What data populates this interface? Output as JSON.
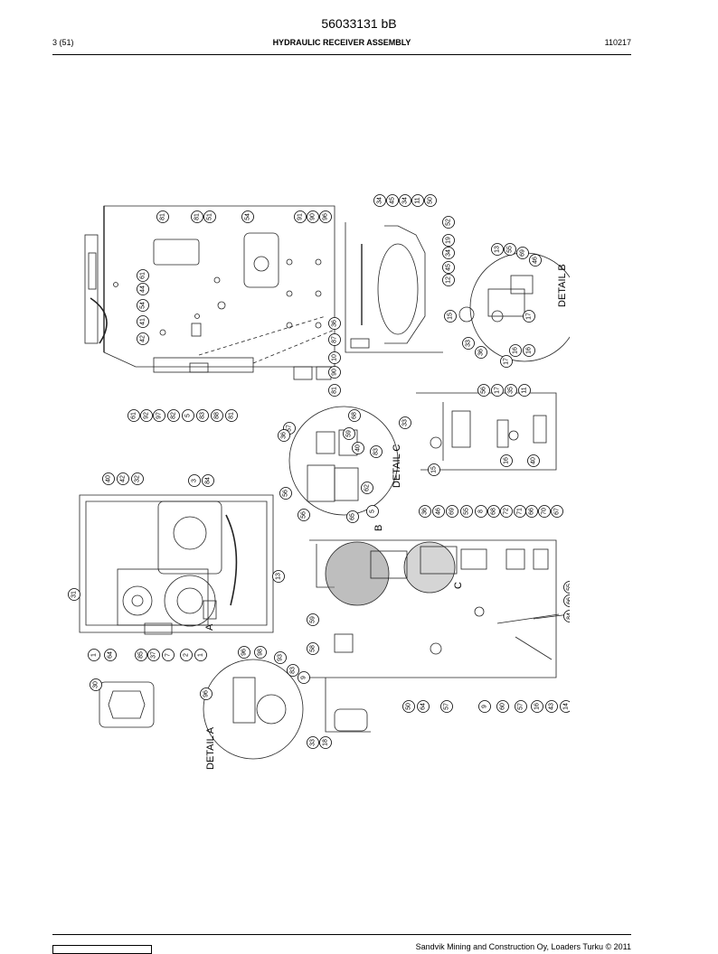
{
  "header": {
    "doc_number": "56033131 bB",
    "page": "3 (51)",
    "title": "HYDRAULIC RECEIVER ASSEMBLY",
    "code": "110217"
  },
  "drawing": {
    "detail_labels": {
      "b": "DETAIL B",
      "c": "DETAIL C",
      "a": "DETAIL A"
    },
    "view_letters": {
      "a": "A",
      "b": "B",
      "c": "C"
    },
    "balloons_top_view": [
      "81",
      "81",
      "51",
      "54",
      "91",
      "90",
      "96",
      "34",
      "45",
      "34",
      "11",
      "50",
      "52",
      "19",
      "34",
      "45",
      "12",
      "61",
      "44",
      "54",
      "41",
      "42",
      "36",
      "87",
      "10",
      "90",
      "81",
      "61",
      "92",
      "97",
      "82",
      "5",
      "83",
      "88",
      "81"
    ],
    "balloons_detail_b": [
      "13",
      "55",
      "69",
      "46",
      "15",
      "17",
      "16",
      "16",
      "17",
      "33",
      "36"
    ],
    "balloons_detail_c": [
      "56",
      "17",
      "35",
      "11",
      "33",
      "15",
      "16",
      "40"
    ],
    "balloons_mid": [
      "57",
      "68",
      "59",
      "36",
      "40",
      "83",
      "62",
      "56",
      "56",
      "65"
    ],
    "balloons_left_view": [
      "40",
      "42",
      "32",
      "3",
      "84",
      "31",
      "13",
      "1",
      "64",
      "85",
      "37",
      "7",
      "2",
      "1"
    ],
    "balloons_right_view": [
      "5",
      "36",
      "46",
      "69",
      "55",
      "8",
      "68",
      "72",
      "71",
      "66",
      "70",
      "67",
      "55",
      "66",
      "84",
      "59",
      "58",
      "50",
      "64",
      "57",
      "9",
      "60",
      "57",
      "16",
      "43",
      "14"
    ],
    "balloons_detail_a": [
      "30",
      "96",
      "96",
      "98",
      "93",
      "83",
      "9",
      "33",
      "18"
    ]
  },
  "footer": {
    "text": "Sandvik Mining and Construction Oy, Loaders Turku © 2011"
  }
}
